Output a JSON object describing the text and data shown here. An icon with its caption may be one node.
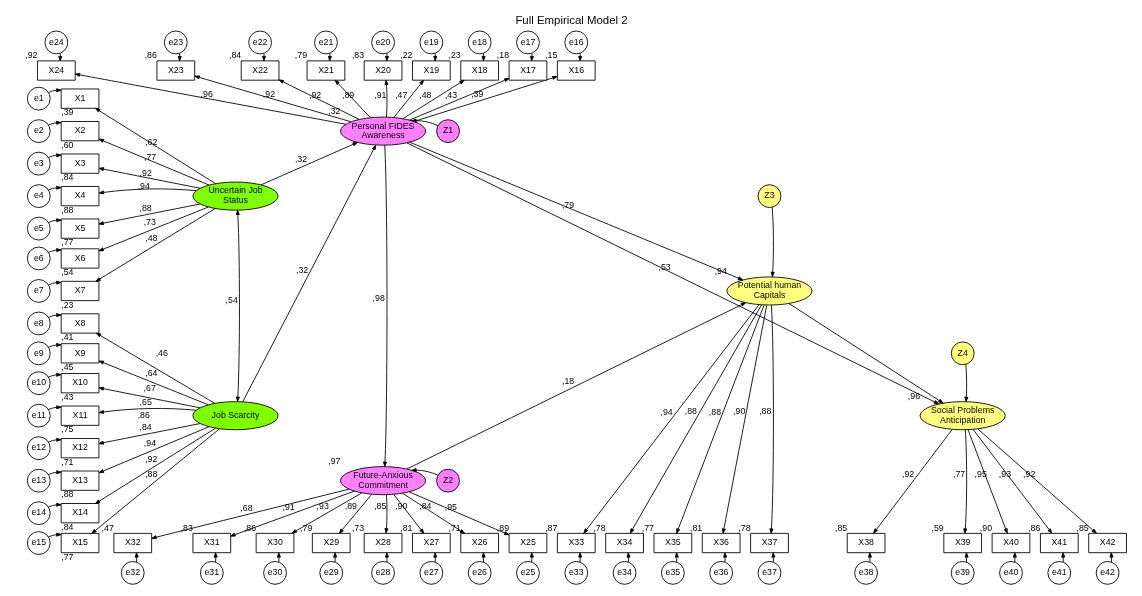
{
  "diagram": {
    "title": "Full Empirical Model 2",
    "nodes": [
      {
        "text": [
          "Personal FIDES Awareness"
        ],
        "beside": [
          ",32"
        ]
      },
      {
        "text": [
          "Z1"
        ]
      },
      {
        "text": [
          "Uncertain Job Status"
        ]
      },
      {
        "text": [
          "Job Scarcity"
        ]
      },
      {
        "text": [
          "Potential human Capitals"
        ],
        "beside": [
          ",94"
        ]
      },
      {
        "text": [
          "Z3"
        ]
      },
      {
        "text": [
          "Social Problems Anticipation"
        ],
        "beside": [
          ",96"
        ]
      },
      {
        "text": [
          "Z4"
        ]
      },
      {
        "text": [
          "Future-Anxious Commitment"
        ],
        "beside": [
          ",97"
        ]
      },
      {
        "text": [
          "Z2"
        ]
      },
      {
        "text": [
          "X1"
        ],
        "beside": [
          ",39"
        ]
      },
      {
        "text": [
          "X2"
        ],
        "beside": [
          ",60"
        ]
      },
      {
        "text": [
          "X3"
        ],
        "beside": [
          ",84"
        ]
      },
      {
        "text": [
          "X4"
        ],
        "beside": [
          ",88"
        ]
      },
      {
        "text": [
          "X5"
        ],
        "beside": [
          ",77"
        ]
      },
      {
        "text": [
          "X6"
        ],
        "beside": [
          ",54"
        ]
      },
      {
        "text": [
          "X7"
        ],
        "beside": [
          ",23"
        ]
      },
      {
        "text": [
          "X8"
        ],
        "beside": [
          ",41"
        ]
      },
      {
        "text": [
          "X9"
        ],
        "beside": [
          ",45"
        ]
      },
      {
        "text": [
          "X10"
        ],
        "beside": [
          ",43"
        ]
      },
      {
        "text": [
          "X11"
        ],
        "beside": [
          ",75"
        ]
      },
      {
        "text": [
          "X12"
        ],
        "beside": [
          ",71"
        ]
      },
      {
        "text": [
          "X13"
        ],
        "beside": [
          ",88"
        ]
      },
      {
        "text": [
          "X14"
        ],
        "beside": [
          ",84"
        ]
      },
      {
        "text": [
          "X15"
        ],
        "beside": [
          ",77"
        ]
      },
      {
        "text": [
          "X16"
        ],
        "beside": [
          ",15"
        ]
      },
      {
        "text": [
          "X17"
        ],
        "beside": [
          ",18"
        ]
      },
      {
        "text": [
          "X18"
        ],
        "beside": [
          ",23"
        ]
      },
      {
        "text": [
          "X19"
        ],
        "beside": [
          ",22"
        ]
      },
      {
        "text": [
          "X20"
        ],
        "beside": [
          ",83"
        ]
      },
      {
        "text": [
          "X21"
        ],
        "beside": [
          ",79"
        ]
      },
      {
        "text": [
          "X22"
        ],
        "beside": [
          ",84"
        ]
      },
      {
        "text": [
          "X23"
        ],
        "beside": [
          ",86"
        ]
      },
      {
        "text": [
          "X24"
        ],
        "beside": [
          ",92"
        ]
      },
      {
        "text": [
          "X25"
        ],
        "beside": [
          ",89"
        ]
      },
      {
        "text": [
          "X26"
        ],
        "beside": [
          ",71"
        ]
      },
      {
        "text": [
          "X27"
        ],
        "beside": [
          ",81"
        ]
      },
      {
        "text": [
          "X28"
        ],
        "beside": [
          ",73"
        ]
      },
      {
        "text": [
          "X29"
        ],
        "beside": [
          ",79"
        ]
      },
      {
        "text": [
          "X30"
        ],
        "beside": [
          ",86"
        ]
      },
      {
        "text": [
          "X31"
        ],
        "beside": [
          ",83"
        ]
      },
      {
        "text": [
          "X32"
        ],
        "beside": [
          ",47"
        ]
      },
      {
        "text": [
          "X33"
        ],
        "beside": [
          ",87"
        ]
      },
      {
        "text": [
          "X34"
        ],
        "beside": [
          ",78"
        ]
      },
      {
        "text": [
          "X35"
        ],
        "beside": [
          ",77"
        ]
      },
      {
        "text": [
          "X36"
        ],
        "beside": [
          ",81"
        ]
      },
      {
        "text": [
          "X37"
        ],
        "beside": [
          ",78"
        ]
      },
      {
        "text": [
          "X38"
        ],
        "beside": [
          ",85"
        ]
      },
      {
        "text": [
          "X39"
        ],
        "beside": [
          ",59"
        ]
      },
      {
        "text": [
          "X40"
        ],
        "beside": [
          ",90"
        ]
      },
      {
        "text": [
          "X41"
        ],
        "beside": [
          ",86"
        ]
      },
      {
        "text": [
          "X42"
        ],
        "beside": [
          ",85"
        ]
      },
      {
        "text": [
          "e1"
        ]
      },
      {
        "text": [
          "e2"
        ]
      },
      {
        "text": [
          "e3"
        ]
      },
      {
        "text": [
          "e4"
        ]
      },
      {
        "text": [
          "e5"
        ]
      },
      {
        "text": [
          "e6"
        ]
      },
      {
        "text": [
          "e7"
        ]
      },
      {
        "text": [
          "e8"
        ]
      },
      {
        "text": [
          "e9"
        ]
      },
      {
        "text": [
          "e10"
        ]
      },
      {
        "text": [
          "e11"
        ]
      },
      {
        "text": [
          "e12"
        ]
      },
      {
        "text": [
          "e13"
        ]
      },
      {
        "text": [
          "e14"
        ]
      },
      {
        "text": [
          "e15"
        ]
      },
      {
        "text": [
          "e16"
        ]
      },
      {
        "text": [
          "e17"
        ]
      },
      {
        "text": [
          "e18"
        ]
      },
      {
        "text": [
          "e19"
        ]
      },
      {
        "text": [
          "e20"
        ]
      },
      {
        "text": [
          "e21"
        ]
      },
      {
        "text": [
          "e22"
        ]
      },
      {
        "text": [
          "e23"
        ]
      },
      {
        "text": [
          "e24"
        ]
      },
      {
        "text": [
          "e25"
        ]
      },
      {
        "text": [
          "e26"
        ]
      },
      {
        "text": [
          "e27"
        ]
      },
      {
        "text": [
          "e28"
        ]
      },
      {
        "text": [
          "e29"
        ]
      },
      {
        "text": [
          "e30"
        ]
      },
      {
        "text": [
          "e31"
        ]
      },
      {
        "text": [
          "e32"
        ]
      },
      {
        "text": [
          "e33"
        ]
      },
      {
        "text": [
          "e34"
        ]
      },
      {
        "text": [
          "e35"
        ]
      },
      {
        "text": [
          "e36"
        ]
      },
      {
        "text": [
          "e37"
        ]
      },
      {
        "text": [
          "e38"
        ]
      },
      {
        "text": [
          "e39"
        ]
      },
      {
        "text": [
          "e40"
        ]
      },
      {
        "text": [
          "e41"
        ]
      },
      {
        "text": [
          "e42"
        ]
      }
    ],
    "edges": [
      {
        "from": 2,
        "to": 0,
        "arrow": "to",
        "label": ",32"
      },
      {
        "from": 3,
        "to": 0,
        "arrow": "to",
        "label": ",32"
      },
      {
        "from": 2,
        "to": 3,
        "arrow": "both",
        "label": ",54"
      },
      {
        "from": 1,
        "to": 0,
        "arrow": "to"
      },
      {
        "from": 0,
        "to": 4,
        "arrow": "to",
        "label": ",79"
      },
      {
        "from": 0,
        "to": 8,
        "arrow": "to",
        "label": ",98"
      },
      {
        "from": 0,
        "to": 6,
        "arrow": "to",
        "label": ",53"
      },
      {
        "from": 8,
        "to": 4,
        "arrow": "to",
        "label": ",18"
      },
      {
        "from": 4,
        "to": 6,
        "arrow": "to"
      },
      {
        "from": 5,
        "to": 4,
        "arrow": "to"
      },
      {
        "from": 7,
        "to": 6,
        "arrow": "to"
      },
      {
        "from": 9,
        "to": 8,
        "arrow": "to"
      },
      {
        "from": 2,
        "to": 10,
        "arrow": "to",
        "label": ",62"
      },
      {
        "from": 52,
        "to": 10,
        "arrow": "to"
      },
      {
        "from": 2,
        "to": 11,
        "arrow": "to",
        "label": ",77"
      },
      {
        "from": 53,
        "to": 11,
        "arrow": "to"
      },
      {
        "from": 2,
        "to": 12,
        "arrow": "to",
        "label": ",92"
      },
      {
        "from": 54,
        "to": 12,
        "arrow": "to"
      },
      {
        "from": 2,
        "to": 13,
        "arrow": "to",
        "label": ",94"
      },
      {
        "from": 55,
        "to": 13,
        "arrow": "to"
      },
      {
        "from": 2,
        "to": 14,
        "arrow": "to",
        "label": ",88"
      },
      {
        "from": 56,
        "to": 14,
        "arrow": "to"
      },
      {
        "from": 2,
        "to": 15,
        "arrow": "to",
        "label": ",73"
      },
      {
        "from": 57,
        "to": 15,
        "arrow": "to"
      },
      {
        "from": 2,
        "to": 16,
        "arrow": "to",
        "label": ",48"
      },
      {
        "from": 58,
        "to": 16,
        "arrow": "to"
      },
      {
        "from": 3,
        "to": 17,
        "arrow": "to",
        "label": ",64"
      },
      {
        "from": 59,
        "to": 17,
        "arrow": "to"
      },
      {
        "from": 3,
        "to": 18,
        "arrow": "to",
        "label": ",67"
      },
      {
        "from": 60,
        "to": 18,
        "arrow": "to"
      },
      {
        "from": 3,
        "to": 19,
        "arrow": "to",
        "label": ",65"
      },
      {
        "from": 61,
        "to": 19,
        "arrow": "to"
      },
      {
        "from": 3,
        "to": 20,
        "arrow": "to",
        "label": ",86"
      },
      {
        "from": 62,
        "to": 20,
        "arrow": "to"
      },
      {
        "from": 3,
        "to": 21,
        "arrow": "to",
        "label": ",84"
      },
      {
        "from": 63,
        "to": 21,
        "arrow": "to"
      },
      {
        "from": 3,
        "to": 22,
        "arrow": "to",
        "label": ",94"
      },
      {
        "from": 64,
        "to": 22,
        "arrow": "to"
      },
      {
        "from": 3,
        "to": 23,
        "arrow": "to",
        "label": ",92"
      },
      {
        "from": 65,
        "to": 23,
        "arrow": "to"
      },
      {
        "from": 3,
        "to": 24,
        "arrow": "to",
        "label": ",88"
      },
      {
        "from": 66,
        "to": 24,
        "arrow": "to"
      },
      {
        "from": 0,
        "to": 25,
        "arrow": "to",
        "label": ",39"
      },
      {
        "from": 67,
        "to": 25,
        "arrow": "to"
      },
      {
        "from": 0,
        "to": 26,
        "arrow": "to",
        "label": ",43"
      },
      {
        "from": 68,
        "to": 26,
        "arrow": "to"
      },
      {
        "from": 0,
        "to": 27,
        "arrow": "to",
        "label": ",48"
      },
      {
        "from": 69,
        "to": 27,
        "arrow": "to"
      },
      {
        "from": 0,
        "to": 28,
        "arrow": "to",
        "label": ",47"
      },
      {
        "from": 70,
        "to": 28,
        "arrow": "to"
      },
      {
        "from": 0,
        "to": 29,
        "arrow": "to",
        "label": ",91"
      },
      {
        "from": 71,
        "to": 29,
        "arrow": "to"
      },
      {
        "from": 0,
        "to": 30,
        "arrow": "to",
        "label": ",89"
      },
      {
        "from": 72,
        "to": 30,
        "arrow": "to"
      },
      {
        "from": 0,
        "to": 31,
        "arrow": "to",
        "label": ",92"
      },
      {
        "from": 73,
        "to": 31,
        "arrow": "to"
      },
      {
        "from": 0,
        "to": 32,
        "arrow": "to",
        "label": ",92"
      },
      {
        "from": 74,
        "to": 32,
        "arrow": "to"
      },
      {
        "from": 0,
        "to": 33,
        "arrow": "to",
        "label": ",96"
      },
      {
        "from": 75,
        "to": 33,
        "arrow": "to"
      },
      {
        "from": 8,
        "to": 34,
        "arrow": "to",
        "label": ",95"
      },
      {
        "from": 76,
        "to": 34,
        "arrow": "to"
      },
      {
        "from": 8,
        "to": 35,
        "arrow": "to",
        "label": ",84"
      },
      {
        "from": 77,
        "to": 35,
        "arrow": "to"
      },
      {
        "from": 8,
        "to": 36,
        "arrow": "to",
        "label": ",90"
      },
      {
        "from": 78,
        "to": 36,
        "arrow": "to"
      },
      {
        "from": 8,
        "to": 37,
        "arrow": "to",
        "label": ",85"
      },
      {
        "from": 79,
        "to": 37,
        "arrow": "to"
      },
      {
        "from": 8,
        "to": 38,
        "arrow": "to",
        "label": ",89"
      },
      {
        "from": 80,
        "to": 38,
        "arrow": "to"
      },
      {
        "from": 8,
        "to": 39,
        "arrow": "to",
        "label": ",93"
      },
      {
        "from": 81,
        "to": 39,
        "arrow": "to"
      },
      {
        "from": 8,
        "to": 40,
        "arrow": "to",
        "label": ",91"
      },
      {
        "from": 82,
        "to": 40,
        "arrow": "to"
      },
      {
        "from": 8,
        "to": 41,
        "arrow": "to",
        "label": ",68"
      },
      {
        "from": 83,
        "to": 41,
        "arrow": "to"
      },
      {
        "from": 4,
        "to": 42,
        "arrow": "to",
        "label": ",94"
      },
      {
        "from": 84,
        "to": 42,
        "arrow": "to"
      },
      {
        "from": 4,
        "to": 43,
        "arrow": "to",
        "label": ",88"
      },
      {
        "from": 85,
        "to": 43,
        "arrow": "to"
      },
      {
        "from": 4,
        "to": 44,
        "arrow": "to",
        "label": ",88"
      },
      {
        "from": 86,
        "to": 44,
        "arrow": "to"
      },
      {
        "from": 4,
        "to": 45,
        "arrow": "to",
        "label": ",90"
      },
      {
        "from": 87,
        "to": 45,
        "arrow": "to"
      },
      {
        "from": 4,
        "to": 46,
        "arrow": "to",
        "label": ",88"
      },
      {
        "from": 88,
        "to": 46,
        "arrow": "to"
      },
      {
        "from": 6,
        "to": 47,
        "arrow": "to",
        "label": ",92"
      },
      {
        "from": 89,
        "to": 47,
        "arrow": "to"
      },
      {
        "from": 6,
        "to": 48,
        "arrow": "to",
        "label": ",77"
      },
      {
        "from": 90,
        "to": 48,
        "arrow": "to"
      },
      {
        "from": 6,
        "to": 49,
        "arrow": "to",
        "label": ",95"
      },
      {
        "from": 91,
        "to": 49,
        "arrow": "to"
      },
      {
        "from": 6,
        "to": 50,
        "arrow": "to",
        "label": ",93"
      },
      {
        "from": 92,
        "to": 50,
        "arrow": "to"
      },
      {
        "from": 6,
        "to": 51,
        "arrow": "to",
        "label": ",92"
      },
      {
        "from": 93,
        "to": 51,
        "arrow": "to"
      }
    ],
    "labels": [
      ",46"
    ]
  }
}
